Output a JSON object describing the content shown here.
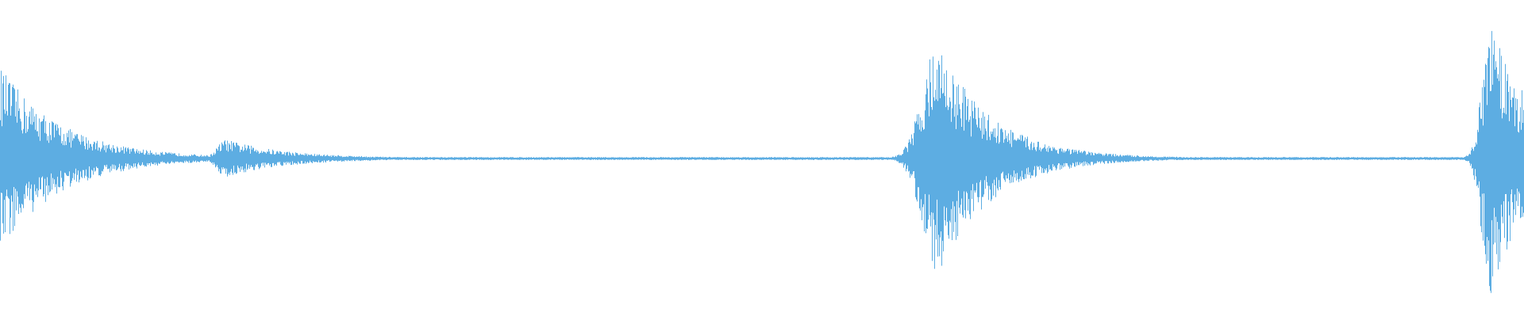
{
  "waveform": {
    "color": "#5dade2",
    "background": "#ffffff",
    "duration": 1,
    "bursts": [
      {
        "center": 0.0,
        "peak": 0.68,
        "attack": 0.004,
        "decay": 0.04
      },
      {
        "center": 0.148,
        "peak": 0.14,
        "attack": 0.008,
        "decay": 0.04
      },
      {
        "center": 0.615,
        "peak": 0.86,
        "attack": 0.014,
        "decay": 0.035
      },
      {
        "center": 0.978,
        "peak": 1.0,
        "attack": 0.008,
        "decay": 0.03
      }
    ],
    "noise_floor": 0.008
  }
}
